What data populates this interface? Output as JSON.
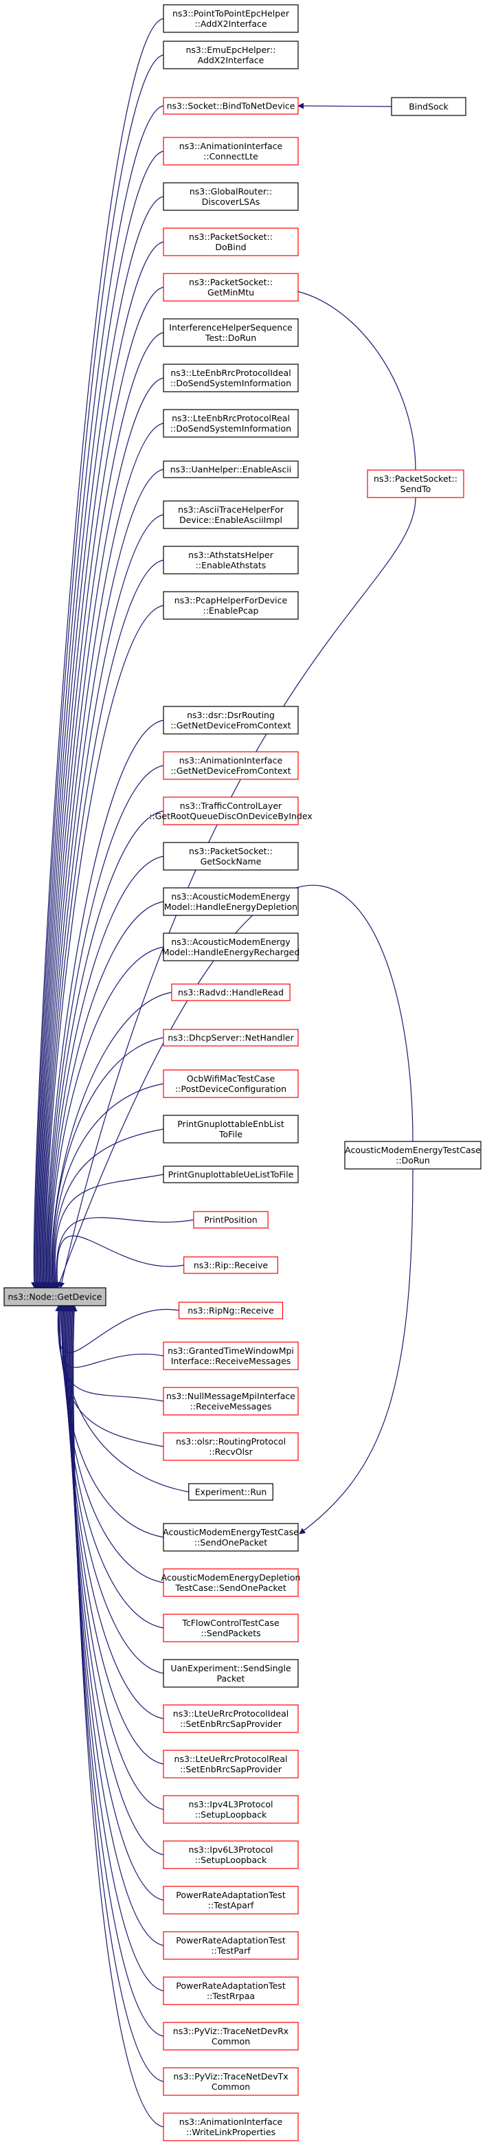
{
  "root": {
    "lines": [
      "ns3::Node::GetDevice"
    ],
    "border": "black"
  },
  "colors": {
    "edge": "#191970",
    "black_border": "#000000",
    "red_border": "#ff0000",
    "root_fill": "#bfbfbf"
  },
  "callers": [
    {
      "id": "n1",
      "lines": [
        "ns3::PointToPointEpcHelper",
        "::AddX2Interface"
      ],
      "border": "black"
    },
    {
      "id": "n2",
      "lines": [
        "ns3::EmuEpcHelper::",
        "AddX2Interface"
      ],
      "border": "black"
    },
    {
      "id": "n3",
      "lines": [
        "ns3::Socket::BindToNetDevice"
      ],
      "border": "red"
    },
    {
      "id": "n4",
      "lines": [
        "ns3::AnimationInterface",
        "::ConnectLte"
      ],
      "border": "red"
    },
    {
      "id": "n5",
      "lines": [
        "ns3::GlobalRouter::",
        "DiscoverLSAs"
      ],
      "border": "black"
    },
    {
      "id": "n6",
      "lines": [
        "ns3::PacketSocket::",
        "DoBind"
      ],
      "border": "red"
    },
    {
      "id": "n7",
      "lines": [
        "ns3::PacketSocket::",
        "GetMinMtu"
      ],
      "border": "red"
    },
    {
      "id": "n8",
      "lines": [
        "InterferenceHelperSequence",
        "Test::DoRun"
      ],
      "border": "black"
    },
    {
      "id": "n9",
      "lines": [
        "ns3::LteEnbRrcProtocolIdeal",
        "::DoSendSystemInformation"
      ],
      "border": "black"
    },
    {
      "id": "n10",
      "lines": [
        "ns3::LteEnbRrcProtocolReal",
        "::DoSendSystemInformation"
      ],
      "border": "black"
    },
    {
      "id": "n11",
      "lines": [
        "ns3::UanHelper::EnableAscii"
      ],
      "border": "black"
    },
    {
      "id": "n12",
      "lines": [
        "ns3::AsciiTraceHelperFor",
        "Device::EnableAsciiImpl"
      ],
      "border": "black"
    },
    {
      "id": "n13",
      "lines": [
        "ns3::AthstatsHelper",
        "::EnableAthstats"
      ],
      "border": "black"
    },
    {
      "id": "n14",
      "lines": [
        "ns3::PcapHelperForDevice",
        "::EnablePcap"
      ],
      "border": "black"
    },
    {
      "id": "n15",
      "lines": [
        "ns3::dsr::DsrRouting",
        "::GetNetDeviceFromContext"
      ],
      "border": "black"
    },
    {
      "id": "n16",
      "lines": [
        "ns3::AnimationInterface",
        "::GetNetDeviceFromContext"
      ],
      "border": "red"
    },
    {
      "id": "n17",
      "lines": [
        "ns3::TrafficControlLayer",
        "::GetRootQueueDiscOnDeviceByIndex"
      ],
      "border": "red"
    },
    {
      "id": "n18",
      "lines": [
        "ns3::PacketSocket::",
        "GetSockName"
      ],
      "border": "black"
    },
    {
      "id": "n19",
      "lines": [
        "ns3::AcousticModemEnergy",
        "Model::HandleEnergyDepletion"
      ],
      "border": "black"
    },
    {
      "id": "n20",
      "lines": [
        "ns3::AcousticModemEnergy",
        "Model::HandleEnergyRecharged"
      ],
      "border": "black"
    },
    {
      "id": "n21",
      "lines": [
        "ns3::Radvd::HandleRead"
      ],
      "border": "red"
    },
    {
      "id": "n22",
      "lines": [
        "ns3::DhcpServer::NetHandler"
      ],
      "border": "red"
    },
    {
      "id": "n23",
      "lines": [
        "OcbWifiMacTestCase",
        "::PostDeviceConfiguration"
      ],
      "border": "red"
    },
    {
      "id": "n24",
      "lines": [
        "PrintGnuplottableEnbList",
        "ToFile"
      ],
      "border": "black"
    },
    {
      "id": "n25",
      "lines": [
        "PrintGnuplottableUeListToFile"
      ],
      "border": "black"
    },
    {
      "id": "n26",
      "lines": [
        "PrintPosition"
      ],
      "border": "red"
    },
    {
      "id": "n27",
      "lines": [
        "ns3::Rip::Receive"
      ],
      "border": "red"
    },
    {
      "id": "n28",
      "lines": [
        "ns3::RipNg::Receive"
      ],
      "border": "red"
    },
    {
      "id": "n29",
      "lines": [
        "ns3::GrantedTimeWindowMpi",
        "Interface::ReceiveMessages"
      ],
      "border": "red"
    },
    {
      "id": "n30",
      "lines": [
        "ns3::NullMessageMpiInterface",
        "::ReceiveMessages"
      ],
      "border": "red"
    },
    {
      "id": "n31",
      "lines": [
        "ns3::olsr::RoutingProtocol",
        "::RecvOlsr"
      ],
      "border": "red"
    },
    {
      "id": "n32",
      "lines": [
        "Experiment::Run"
      ],
      "border": "black"
    },
    {
      "id": "n33",
      "lines": [
        "AcousticModemEnergyTestCase",
        "::SendOnePacket"
      ],
      "border": "black"
    },
    {
      "id": "n34",
      "lines": [
        "AcousticModemEnergyDepletion",
        "TestCase::SendOnePacket"
      ],
      "border": "red"
    },
    {
      "id": "n35",
      "lines": [
        "TcFlowControlTestCase",
        "::SendPackets"
      ],
      "border": "red"
    },
    {
      "id": "n36",
      "lines": [
        "UanExperiment::SendSingle",
        "Packet"
      ],
      "border": "black"
    },
    {
      "id": "n37",
      "lines": [
        "ns3::LteUeRrcProtocolIdeal",
        "::SetEnbRrcSapProvider"
      ],
      "border": "red"
    },
    {
      "id": "n38",
      "lines": [
        "ns3::LteUeRrcProtocolReal",
        "::SetEnbRrcSapProvider"
      ],
      "border": "red"
    },
    {
      "id": "n39",
      "lines": [
        "ns3::Ipv4L3Protocol",
        "::SetupLoopback"
      ],
      "border": "red"
    },
    {
      "id": "n40",
      "lines": [
        "ns3::Ipv6L3Protocol",
        "::SetupLoopback"
      ],
      "border": "red"
    },
    {
      "id": "n41",
      "lines": [
        "PowerRateAdaptationTest",
        "::TestAparf"
      ],
      "border": "red"
    },
    {
      "id": "n42",
      "lines": [
        "PowerRateAdaptationTest",
        "::TestParf"
      ],
      "border": "red"
    },
    {
      "id": "n43",
      "lines": [
        "PowerRateAdaptationTest",
        "::TestRrpaa"
      ],
      "border": "red"
    },
    {
      "id": "n44",
      "lines": [
        "ns3::PyViz::TraceNetDevRx",
        "Common"
      ],
      "border": "red"
    },
    {
      "id": "n45",
      "lines": [
        "ns3::PyViz::TraceNetDevTx",
        "Common"
      ],
      "border": "red"
    },
    {
      "id": "n46",
      "lines": [
        "ns3::AnimationInterface",
        "::WriteLinkProperties"
      ],
      "border": "red"
    }
  ],
  "second_level": [
    {
      "id": "s1",
      "lines": [
        "BindSock"
      ],
      "border": "black"
    },
    {
      "id": "s2",
      "lines": [
        "ns3::PacketSocket::",
        "SendTo"
      ],
      "border": "red"
    },
    {
      "id": "s3",
      "lines": [
        "AcousticModemEnergyTestCase",
        "::DoRun"
      ],
      "border": "black"
    }
  ]
}
